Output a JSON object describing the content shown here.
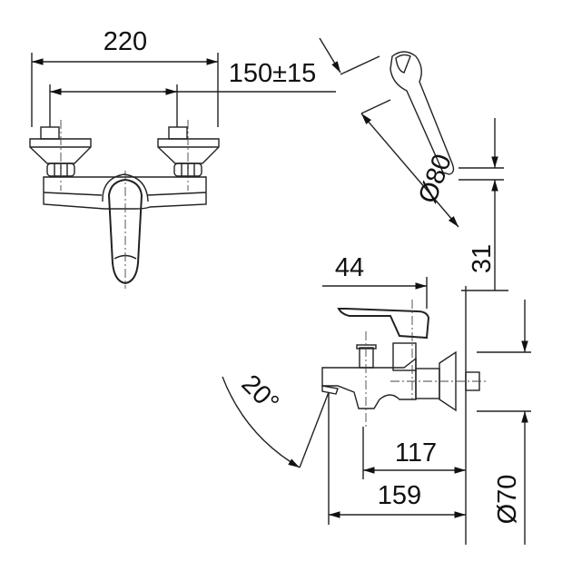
{
  "drawing": {
    "dimensions": {
      "overall_width": "220",
      "centers": "150±15",
      "handshower_diameter": "Ø80",
      "handshower_height": "31",
      "lever_length": "44",
      "spout_angle": "20°",
      "spout_projection": "117",
      "total_projection": "159",
      "flange_diameter": "Ø70"
    },
    "line_color": "#222222"
  }
}
